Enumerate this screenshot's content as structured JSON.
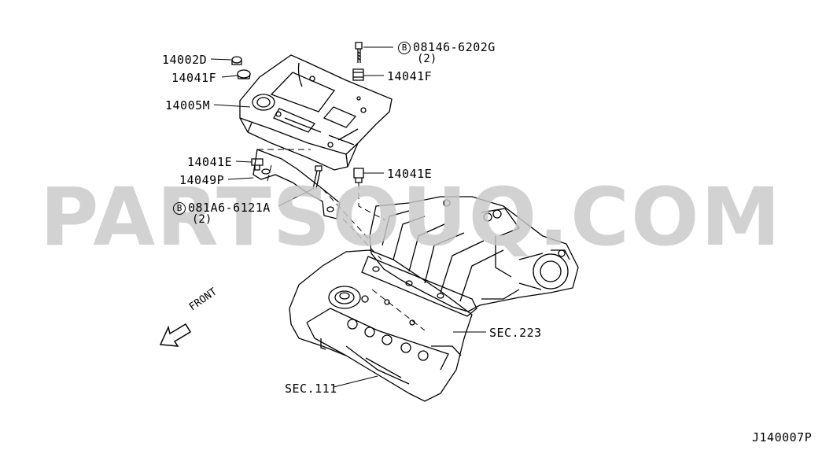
{
  "labels": {
    "p14002D": "14002D",
    "p14041F_left": "14041F",
    "p14005M": "14005M",
    "p14041E_left": "14041E",
    "p14049P": "14049P",
    "bolt_lower": "081A6-6121A",
    "bolt_lower_qty": "(2)",
    "bolt_upper": "08146-6202G",
    "bolt_upper_qty": "(2)",
    "p14041F_right": "14041F",
    "p14041E_right": "14041E",
    "sec223": "SEC.223",
    "sec111": "SEC.111",
    "front": "FRONT"
  },
  "bolt_symbol": "B",
  "watermark": "PARTSOUQ.COM",
  "diagram_code": "J140007P"
}
